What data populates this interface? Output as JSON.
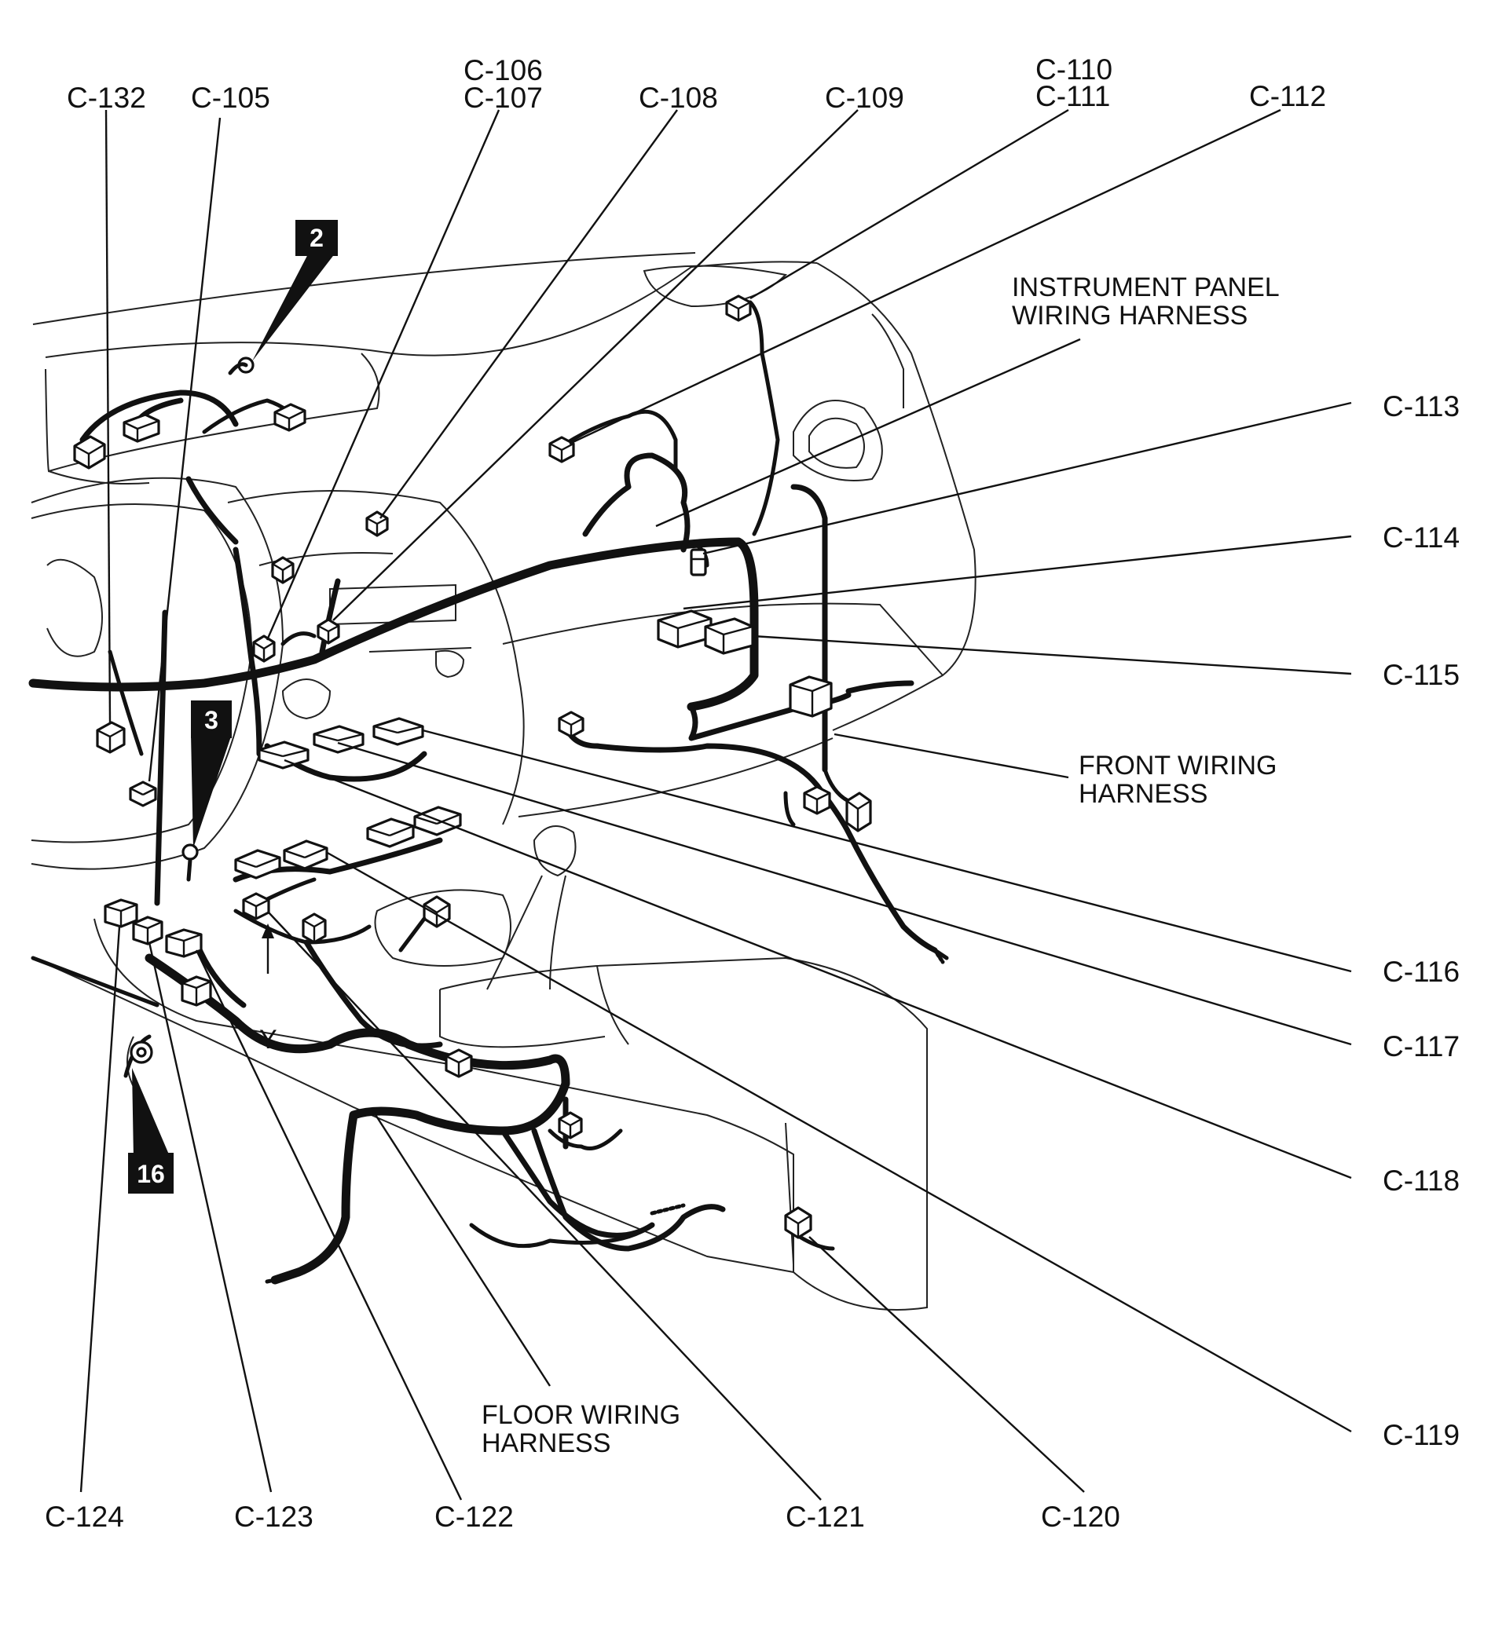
{
  "connector_labels": {
    "c132": "C-132",
    "c105": "C-105",
    "c106": "C-106",
    "c107": "C-107",
    "c108": "C-108",
    "c109": "C-109",
    "c110": "C-110",
    "c111": "C-111",
    "c112": "C-112",
    "c113": "C-113",
    "c114": "C-114",
    "c115": "C-115",
    "c116": "C-116",
    "c117": "C-117",
    "c118": "C-118",
    "c119": "C-119",
    "c120": "C-120",
    "c121": "C-121",
    "c122": "C-122",
    "c123": "C-123",
    "c124": "C-124"
  },
  "harness_labels": {
    "instrument_panel_line1": "INSTRUMENT PANEL",
    "instrument_panel_line2": "WIRING HARNESS",
    "front_line1": "FRONT WIRING",
    "front_line2": "HARNESS",
    "floor_line1": "FLOOR WIRING",
    "floor_line2": "HARNESS"
  },
  "ground_points": {
    "g2": "2",
    "g3": "3",
    "g16": "16"
  },
  "view_marker": "Y"
}
